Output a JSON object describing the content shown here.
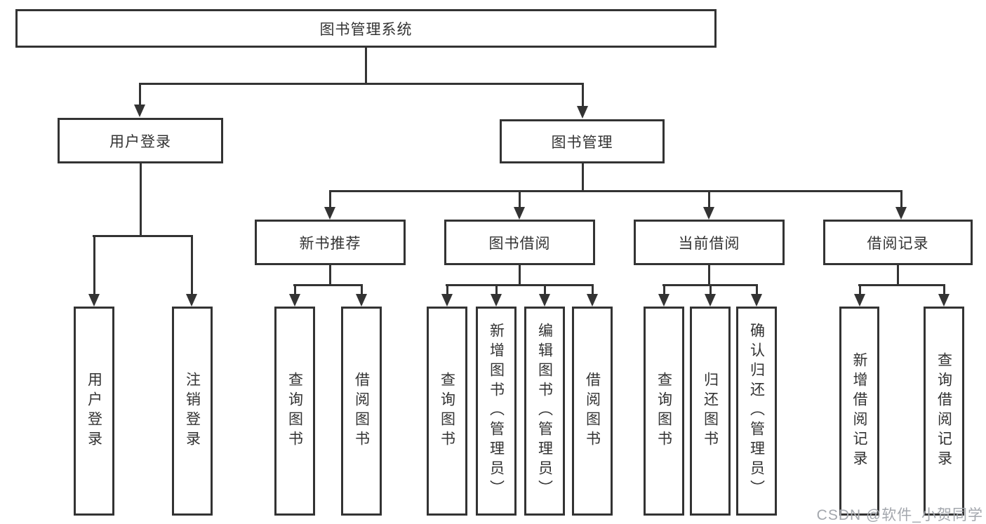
{
  "tree": {
    "label": "图书管理系统",
    "children": [
      {
        "label": "用户登录",
        "children": [
          {
            "label": "用户登录"
          },
          {
            "label": "注销登录"
          }
        ]
      },
      {
        "label": "图书管理",
        "children": [
          {
            "label": "新书推荐",
            "children": [
              {
                "label": "查询图书"
              },
              {
                "label": "借阅图书"
              }
            ]
          },
          {
            "label": "图书借阅",
            "children": [
              {
                "label": "查询图书"
              },
              {
                "label": "新增图书（管理员）"
              },
              {
                "label": "编辑图书（管理员）"
              },
              {
                "label": "借阅图书"
              }
            ]
          },
          {
            "label": "当前借阅",
            "children": [
              {
                "label": "查询图书"
              },
              {
                "label": "归还图书"
              },
              {
                "label": "确认归还（管理员）"
              }
            ]
          },
          {
            "label": "借阅记录",
            "children": [
              {
                "label": "新增借阅记录"
              },
              {
                "label": "查询借阅记录"
              }
            ]
          }
        ]
      }
    ]
  },
  "watermark": {
    "text": "CSDN @软件_小贺同学"
  },
  "colors": {
    "line": "#333333",
    "text": "#333333",
    "background": "#ffffff",
    "watermark": "#a3a7ad"
  }
}
